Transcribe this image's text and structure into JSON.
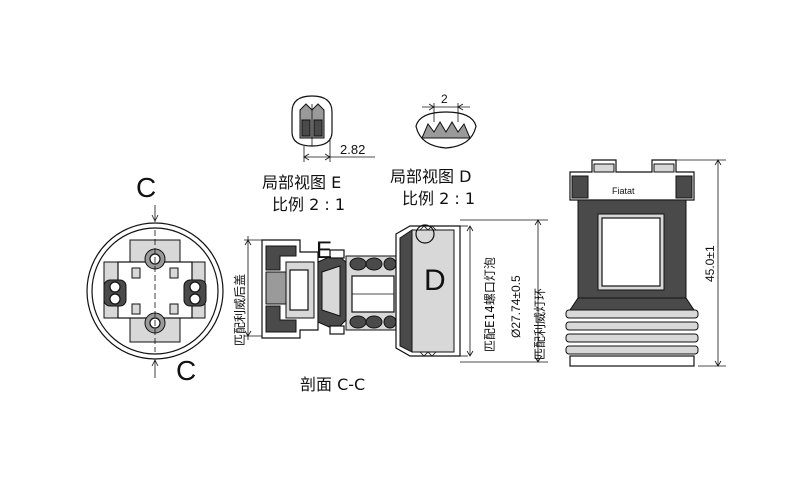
{
  "section_marks": {
    "top_c": "C",
    "bottom_c": "C",
    "section_title": "剖面 C-C"
  },
  "detail_e": {
    "title": "局部视图 E",
    "scale": "比例 2 : 1",
    "dimension": "2.82",
    "callout": "E"
  },
  "detail_d": {
    "title": "局部视图 D",
    "scale": "比例 2 : 1",
    "dimension": "2",
    "callout": "D"
  },
  "annotations": {
    "lamp_holder": "匹配利威后盖",
    "e14_thread": "匹配E14螺口灯泡",
    "diameter": "Ø27.74±0.5",
    "ring": "匹配利威灯环",
    "height": "45.0±1"
  },
  "colors": {
    "line": "#111111",
    "dark_fill": "#4a4a4a",
    "mid_fill": "#9a9a9a",
    "light_fill": "#d8d8d8"
  }
}
